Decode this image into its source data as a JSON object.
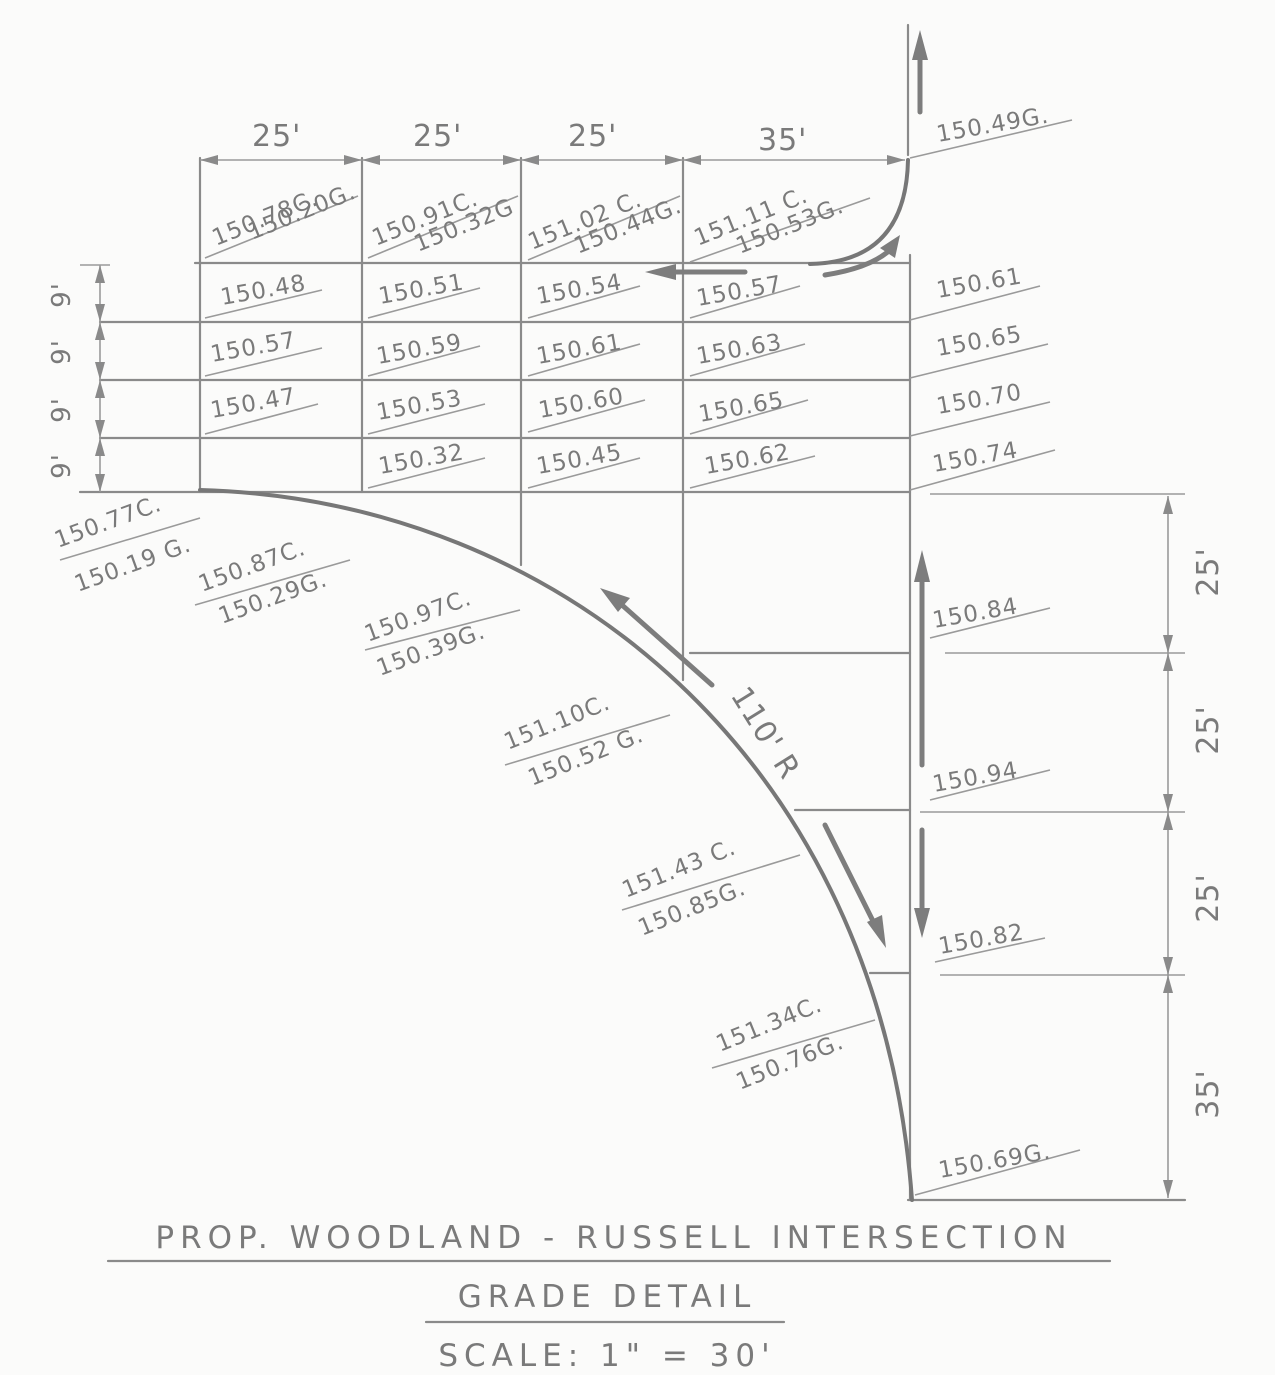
{
  "title": {
    "line1": "PROP. WOODLAND - RUSSELL INTERSECTION",
    "line2": "GRADE DETAIL",
    "line3": "SCALE: 1\" = 30'"
  },
  "dimensions": {
    "top": [
      "25'",
      "25'",
      "25'",
      "35'"
    ],
    "left": [
      "9'",
      "9'",
      "9'",
      "9'"
    ],
    "right": [
      "25'",
      "25'",
      "25'",
      "35'"
    ]
  },
  "radius_label": "110' R",
  "top_edge_grades": [
    {
      "c": "150.78C.",
      "g": "150.20G."
    },
    {
      "c": "150.91C.",
      "g": "150.32G"
    },
    {
      "c": "151.02 C.",
      "g": "150.44G."
    },
    {
      "c": "151.11 C.",
      "g": "150.53G."
    }
  ],
  "grid_grades": {
    "row1": [
      "150.48",
      "150.51",
      "150.54",
      "150.57"
    ],
    "row2": [
      "150.57",
      "150.59",
      "150.61",
      "150.63"
    ],
    "row3": [
      "150.47",
      "150.53",
      "150.60",
      "150.65"
    ],
    "row4": [
      "150.32",
      "150.45",
      "150.62"
    ]
  },
  "right_side_grades": [
    "150.49G.",
    "150.61",
    "150.65",
    "150.70",
    "150.74",
    "150.84",
    "150.94",
    "150.82",
    "150.69G."
  ],
  "curve_grades": [
    {
      "c": "150.77C.",
      "g": "150.19 G."
    },
    {
      "c": "150.87C.",
      "g": "150.29G."
    },
    {
      "c": "150.97C.",
      "g": "150.39G."
    },
    {
      "c": "151.10C.",
      "g": "150.52 G."
    },
    {
      "c": "151.43 C.",
      "g": "150.85G."
    },
    {
      "c": "151.34C.",
      "g": "150.76G."
    }
  ]
}
